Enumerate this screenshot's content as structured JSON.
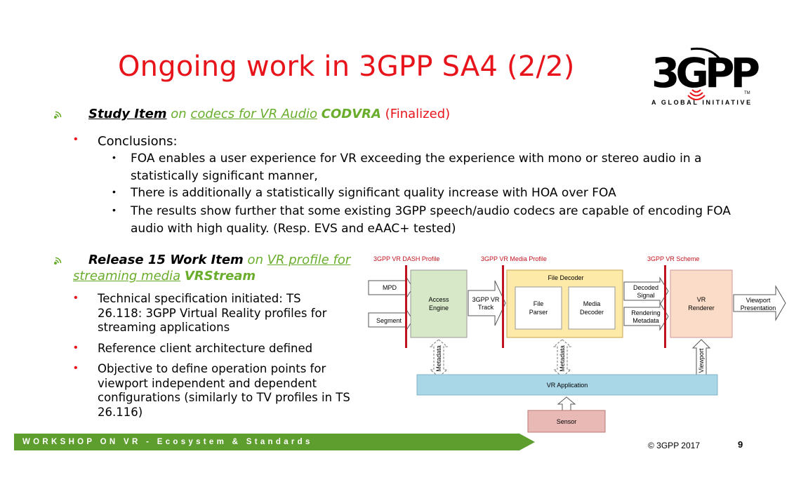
{
  "title": "Ongoing work in 3GPP SA4 (2/2)",
  "logo": {
    "mark": "3GPP",
    "tagline": "A GLOBAL INITIATIVE"
  },
  "item1": {
    "label": "Study Item",
    "on": " on ",
    "link": "codecs for VR Audio",
    "code": "CODVRA",
    "status": "(Finalized)",
    "sub_heading": "Conclusions:",
    "points": [
      "FOA enables a user experience for VR exceeding the experience with mono or stereo audio in a statistically significant manner,",
      "There is additionally a statistically significant quality increase with HOA over FOA",
      "The results show further that some existing 3GPP speech/audio codecs are capable of encoding FOA audio with high quality. (Resp. EVS and eAAC+ tested)"
    ]
  },
  "item2": {
    "label": "Release 15 Work Item",
    "on": " on ",
    "link_line1": "VR profile for",
    "link_line2": "streaming media",
    "code": "VRStream",
    "points": [
      "Technical specification initiated: TS 26.118: 3GPP Virtual Reality profiles for streaming applications",
      "Reference client architecture defined",
      "Objective to define operation points for viewport independent and dependent configurations (similarly to TV profiles in TS 26.116)"
    ]
  },
  "diagram": {
    "profile_dash": "3GPP VR DASH Profile",
    "profile_media": "3GPP VR Media Profile",
    "scheme": "3GPP VR Scheme",
    "mpd": "MPD",
    "segment": "Segment",
    "access_engine_1": "Access",
    "access_engine_2": "Engine",
    "track_1": "3GPP VR",
    "track_2": "Track",
    "file_decoder": "File Decoder",
    "file_parser_1": "File",
    "file_parser_2": "Parser",
    "media_decoder_1": "Media",
    "media_decoder_2": "Decoder",
    "decoded_signal_1": "Decoded",
    "decoded_signal_2": "Signal",
    "rendering_metadata_1": "Rendering",
    "rendering_metadata_2": "Metadata",
    "vr_renderer_1": "VR",
    "vr_renderer_2": "Renderer",
    "viewport_presentation_1": "Viewport",
    "viewport_presentation_2": "Presentation",
    "metadata": "Metadata",
    "viewport": "Viewport",
    "vr_application": "VR Application",
    "sensor": "Sensor"
  },
  "footer": {
    "banner": "WORKSHOP ON VR -  Ecosystem & Standards",
    "copyright": "© 3GPP 2017",
    "page": "9"
  },
  "colors": {
    "title": "#e8141b",
    "accent_green": "#6aad2c",
    "footer_green": "#5e9e2f",
    "red_bar": "#c1121f"
  }
}
